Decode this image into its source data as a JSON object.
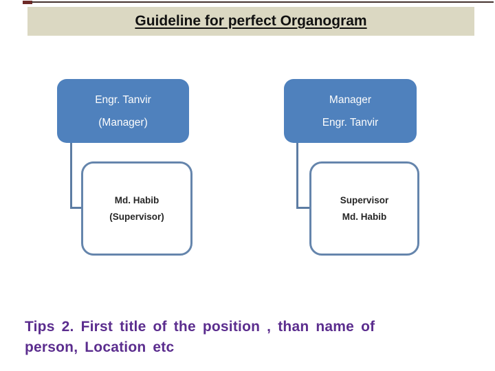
{
  "slide": {
    "title": "Guideline for perfect Organogram"
  },
  "colors": {
    "title_bar_bg": "#dbd8c2",
    "title_text": "#111111",
    "node_blue_fill": "#4f81bd",
    "node_text_white": "#fdfdfd",
    "child_border_blue": "#6585ac",
    "connector_blue": "#5c7ca3",
    "tips_purple": "#5b2d8e",
    "top_line_dark": "#43302c",
    "top_stub_maroon": "#6e2a28"
  },
  "org_charts": [
    {
      "parent": {
        "line1": "Engr. Tanvir",
        "line2": "(Manager)"
      },
      "child": {
        "line1": "Md. Habib",
        "line2": "(Supervisor)"
      }
    },
    {
      "parent": {
        "line1": "Manager",
        "line2": "Engr. Tanvir"
      },
      "child": {
        "line1": "Supervisor",
        "line2": "Md. Habib"
      }
    }
  ],
  "tips": {
    "line1": "Tips 2. First title of the position , than name of",
    "line2": "person, Location etc"
  }
}
